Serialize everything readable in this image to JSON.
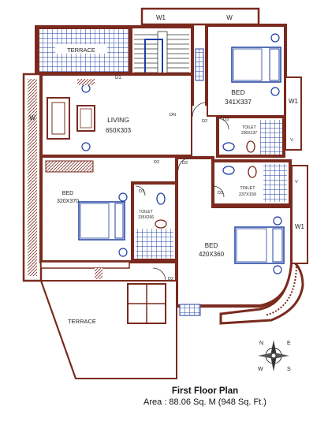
{
  "plan": {
    "title": "First Floor Plan",
    "area": "Area : 88.06 Sq. M (948 Sq. Ft.)"
  },
  "rooms": {
    "terrace_top": "TERRACE",
    "terrace_bottom": "TERRACE",
    "living": "LIVING",
    "living_dim": "650X303",
    "bed_ne": "BED",
    "bed_ne_dim": "341X337",
    "bed_w": "BED",
    "bed_w_dim": "320X370",
    "bed_se": "BED",
    "bed_se_dim": "420X360",
    "toilet1": "TOILET",
    "toilet1_dim": "230X137",
    "toilet2": "TOILET",
    "toilet2_dim": "237X150",
    "toilet3": "TOILET",
    "toilet3_dim": "135X266"
  },
  "doors": {
    "d1": "D1",
    "d2_a": "D2",
    "d2_b": "D2",
    "d2_c": "D2",
    "d2_d": "D2",
    "d3_a": "D3",
    "d3_b": "D3",
    "d3_c": "D3",
    "dn": "DN"
  },
  "windows": {
    "w1_top": "W1",
    "w_top": "W",
    "w1_right": "W1",
    "w1_right2": "W1",
    "w_left": "W",
    "v_a": "V",
    "v_b": "V"
  },
  "compass": {
    "n": "N",
    "e": "E",
    "s": "S",
    "w": "W"
  },
  "colors": {
    "wall": "#7a2a1e",
    "hatch": "#1f3fa0",
    "line": "#333333"
  }
}
